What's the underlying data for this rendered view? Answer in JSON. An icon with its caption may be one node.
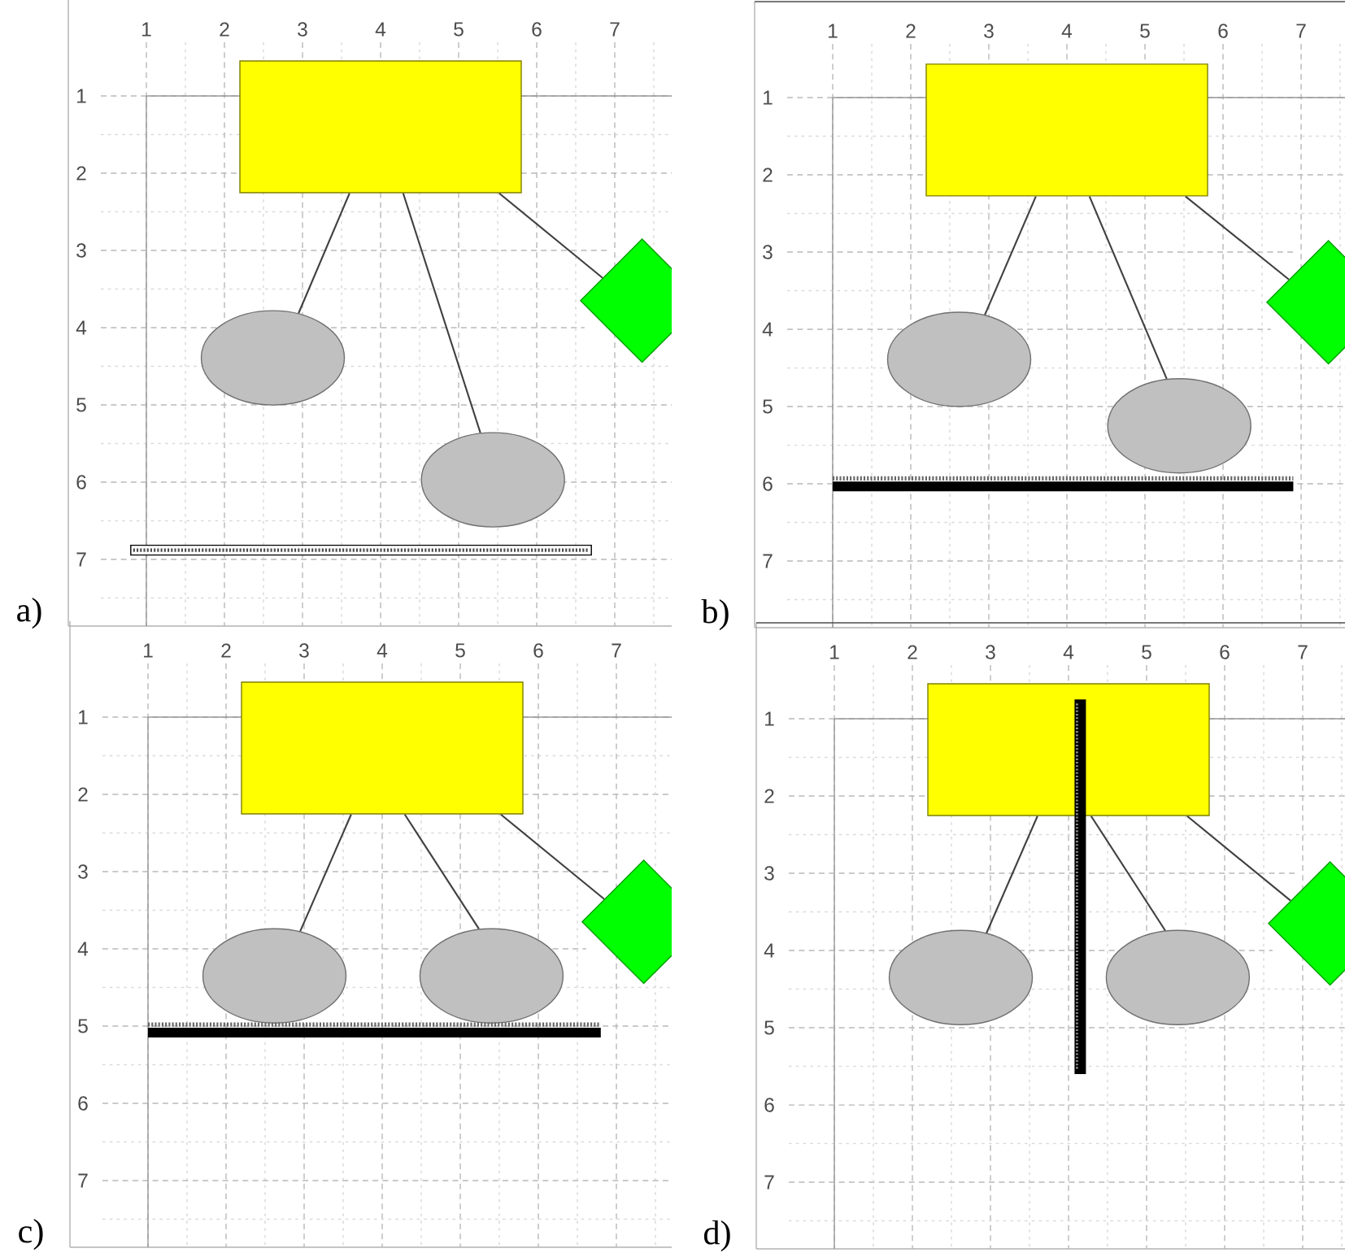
{
  "diagram": {
    "nodes": [
      {
        "text": [],
        "shape": "box"
      },
      {
        "text": [],
        "shape": "diamond"
      },
      {
        "text": [],
        "shape": "ellipse"
      },
      {
        "text": [],
        "shape": "ellipse"
      },
      {
        "text": [],
        "shape": "box"
      },
      {
        "text": [],
        "shape": "diamond"
      },
      {
        "text": [],
        "shape": "ellipse"
      },
      {
        "text": [],
        "shape": "ellipse"
      },
      {
        "text": [],
        "shape": "box"
      },
      {
        "text": [],
        "shape": "diamond"
      },
      {
        "text": [],
        "shape": "ellipse"
      },
      {
        "text": [],
        "shape": "ellipse"
      },
      {
        "text": [],
        "shape": "box"
      },
      {
        "text": [],
        "shape": "diamond"
      },
      {
        "text": [],
        "shape": "ellipse"
      },
      {
        "text": [],
        "shape": "ellipse"
      }
    ],
    "edges": [
      {
        "from": 0,
        "to": 2,
        "arrow": "none"
      },
      {
        "from": 0,
        "to": 3,
        "arrow": "none"
      },
      {
        "from": 0,
        "to": 1,
        "arrow": "none"
      },
      {
        "from": 4,
        "to": 6,
        "arrow": "none"
      },
      {
        "from": 4,
        "to": 7,
        "arrow": "none"
      },
      {
        "from": 4,
        "to": 5,
        "arrow": "none"
      },
      {
        "from": 8,
        "to": 10,
        "arrow": "none"
      },
      {
        "from": 8,
        "to": 11,
        "arrow": "none"
      },
      {
        "from": 8,
        "to": 9,
        "arrow": "none"
      },
      {
        "from": 12,
        "to": 14,
        "arrow": "none"
      },
      {
        "from": 12,
        "to": 15,
        "arrow": "none"
      },
      {
        "from": 12,
        "to": 13,
        "arrow": "none"
      }
    ],
    "labels": [
      "1",
      "2",
      "3",
      "4",
      "5",
      "6",
      "7",
      "1",
      "2",
      "3",
      "4",
      "5",
      "6",
      "7",
      "a)",
      "1",
      "2",
      "3",
      "4",
      "5",
      "6",
      "7",
      "1",
      "2",
      "3",
      "4",
      "5",
      "6",
      "7",
      "b)",
      "1",
      "2",
      "3",
      "4",
      "5",
      "6",
      "7",
      "1",
      "2",
      "3",
      "4",
      "5",
      "6",
      "7",
      "c)",
      "1",
      "2",
      "3",
      "4",
      "5",
      "6",
      "7",
      "1",
      "2",
      "3",
      "4",
      "5",
      "6",
      "7",
      "d)"
    ]
  }
}
